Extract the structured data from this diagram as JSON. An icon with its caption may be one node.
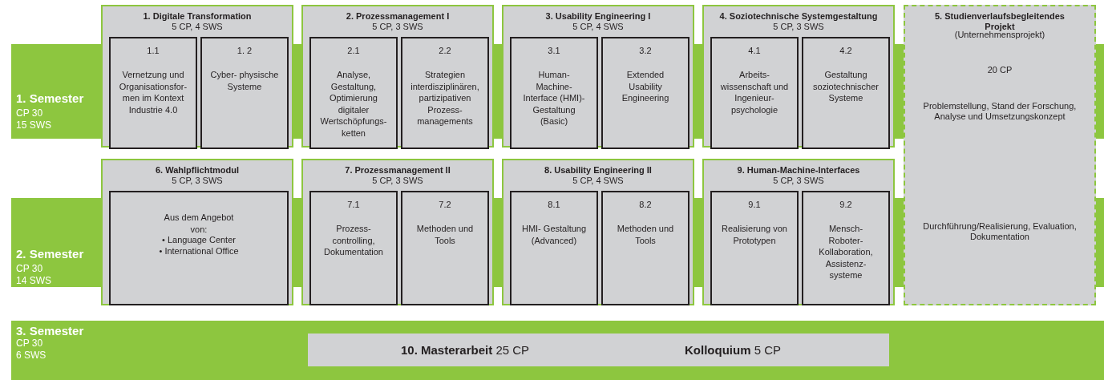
{
  "diagram": {
    "nodes": [
      {
        "text": [
          "1. Semester",
          "CP 30",
          "15 SWS"
        ]
      },
      {
        "text": [
          "1. Digitale Transformation",
          "5 CP, 4 SWS"
        ]
      },
      {
        "text": [
          "1.1",
          "Vernetzung und Organisationsfor- men im Kontext Industrie 4.0"
        ],
        "in": 1
      },
      {
        "text": [
          "1. 2",
          "Cyber- physische Systeme"
        ],
        "in": 1
      },
      {
        "text": [
          "2. Prozessmanagement I",
          "5 CP, 3 SWS"
        ]
      },
      {
        "text": [
          "2.1",
          "Analyse, Gestaltung, Optimierung digitaler Wertschöpfungs- ketten"
        ],
        "in": 4
      },
      {
        "text": [
          "2.2",
          "Strategien interdisziplinären, partizipativen Prozess- managements"
        ],
        "in": 4
      },
      {
        "text": [
          "3. Usability Engineering I",
          "5 CP, 4 SWS"
        ]
      },
      {
        "text": [
          "3.1",
          "Human- Machine- Interface (HMI)- Gestaltung (Basic)"
        ],
        "in": 7
      },
      {
        "text": [
          "3.2",
          "Extended Usability Engineering"
        ],
        "in": 7
      },
      {
        "text": [
          "4. Soziotechnische Systemgestaltung",
          "5 CP, 3 SWS"
        ]
      },
      {
        "text": [
          "4.1",
          "Arbeits- wissenschaft und Ingenieur- psychologie"
        ],
        "in": 10
      },
      {
        "text": [
          "4.2",
          "Gestaltung soziotechnischer Systeme"
        ],
        "in": 10
      },
      {
        "text": [
          "5. Studienverlaufsbegleitendes Projekt",
          "(Unternehmensprojekt)",
          "20 CP",
          "Problemstellung, Stand der Forschung, Analyse und Umsetzungskonzept",
          "Durchführung/Realisierung, Evaluation, Dokumentation"
        ]
      },
      {
        "text": [
          "2. Semester",
          "CP 30",
          "14 SWS"
        ]
      },
      {
        "text": [
          "6. Wahlpflichtmodul",
          "5 CP, 3 SWS"
        ]
      },
      {
        "text": [
          "Aus dem Angebot von:",
          "• Language Center",
          "• International Office"
        ],
        "in": 15
      },
      {
        "text": [
          "7. Prozessmanagement II",
          "5 CP, 3 SWS"
        ]
      },
      {
        "text": [
          "7.1",
          "Prozess- controlling, Dokumentation"
        ],
        "in": 17
      },
      {
        "text": [
          "7.2",
          "Methoden und Tools"
        ],
        "in": 17
      },
      {
        "text": [
          "8. Usability Engineering II",
          "5 CP, 4 SWS"
        ]
      },
      {
        "text": [
          "8.1",
          "HMI- Gestaltung (Advanced)"
        ],
        "in": 20
      },
      {
        "text": [
          "8.2",
          "Methoden und Tools"
        ],
        "in": 20
      },
      {
        "text": [
          "9. Human-Machine-Interfaces",
          "5 CP, 3 SWS"
        ]
      },
      {
        "text": [
          "9.1",
          "Realisierung von Prototypen"
        ],
        "in": 23
      },
      {
        "text": [
          "9.2",
          "Mensch- Roboter- Kollaboration, Assistenz- systeme"
        ],
        "in": 23
      },
      {
        "text": [
          "3. Semester",
          "CP 30",
          "6 SWS"
        ]
      },
      {
        "text": [
          "**10. Masterarbeit** 25 CP",
          "**Kolloquium** 5 CP"
        ],
        "in": 26
      }
    ]
  }
}
